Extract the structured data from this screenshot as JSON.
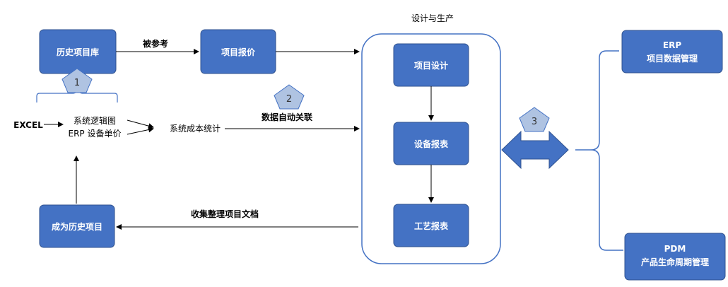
{
  "nodes": {
    "history_lib": "历史项目库",
    "quote": "项目报价",
    "become_history": "成为历史项目",
    "design": "项目设计",
    "equipment": "设备报表",
    "process": "工艺报表",
    "erp_line1": "ERP",
    "erp_line2": "项目数据管理",
    "pdm_line1": "PDM",
    "pdm_line2": "产品生命周期管理"
  },
  "group_title": "设计与生产",
  "labels": {
    "referenced": "被参考",
    "excel": "EXCEL",
    "logic_diagram": "系统逻辑图",
    "erp_price": "ERP 设备单价",
    "cost_stats": "系统成本统计",
    "auto_link": "数据自动关联",
    "collect_docs": "收集整理项目文档"
  },
  "markers": [
    "1",
    "2",
    "3"
  ],
  "colors": {
    "box_fill": "#4472C4",
    "box_stroke": "#2F528F",
    "pentagon_fill": "#AFC3E2",
    "bracket": "#4472C4"
  }
}
